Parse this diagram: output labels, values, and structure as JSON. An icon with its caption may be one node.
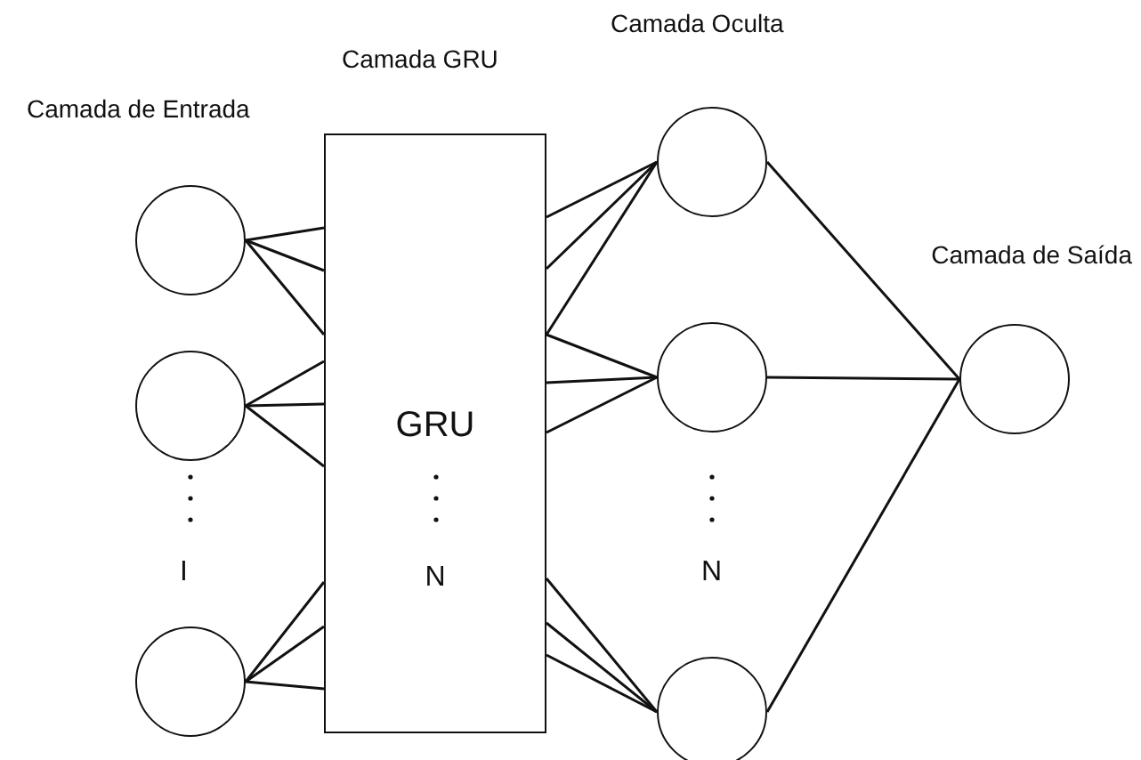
{
  "diagram": {
    "nodes": [
      {
        "text": [],
        "shape": "circle"
      },
      {
        "text": [],
        "shape": "circle"
      },
      {
        "text": [],
        "shape": "circle"
      },
      {
        "text": [
          "GRU",
          "N"
        ]
      },
      {
        "text": [],
        "shape": "circle"
      },
      {
        "text": [],
        "shape": "circle"
      },
      {
        "text": [],
        "shape": "circle"
      },
      {
        "text": [],
        "shape": "circle"
      }
    ],
    "edges": [
      {
        "from": 0,
        "to": 3,
        "arrow": "none"
      },
      {
        "from": 0,
        "to": 3,
        "arrow": "none"
      },
      {
        "from": 0,
        "to": 3,
        "arrow": "none"
      },
      {
        "from": 1,
        "to": 3,
        "arrow": "none"
      },
      {
        "from": 1,
        "to": 3,
        "arrow": "none"
      },
      {
        "from": 1,
        "to": 3,
        "arrow": "none"
      },
      {
        "from": 2,
        "to": 3,
        "arrow": "none"
      },
      {
        "from": 2,
        "to": 3,
        "arrow": "none"
      },
      {
        "from": 2,
        "to": 3,
        "arrow": "none"
      },
      {
        "from": 3,
        "to": 4,
        "arrow": "none"
      },
      {
        "from": 3,
        "to": 4,
        "arrow": "none"
      },
      {
        "from": 3,
        "to": 4,
        "arrow": "none"
      },
      {
        "from": 3,
        "to": 5,
        "arrow": "none"
      },
      {
        "from": 3,
        "to": 5,
        "arrow": "none"
      },
      {
        "from": 3,
        "to": 5,
        "arrow": "none"
      },
      {
        "from": 3,
        "to": 6,
        "arrow": "none"
      },
      {
        "from": 3,
        "to": 6,
        "arrow": "none"
      },
      {
        "from": 3,
        "to": 6,
        "arrow": "none"
      },
      {
        "from": 4,
        "to": 7,
        "arrow": "none"
      },
      {
        "from": 5,
        "to": 7,
        "arrow": "none"
      },
      {
        "from": 6,
        "to": 7,
        "arrow": "none"
      }
    ],
    "labels": [
      "Camada Oculta",
      "Camada GRU",
      "Camada de Entrada",
      "Camada de Saída",
      "I",
      "N"
    ]
  }
}
